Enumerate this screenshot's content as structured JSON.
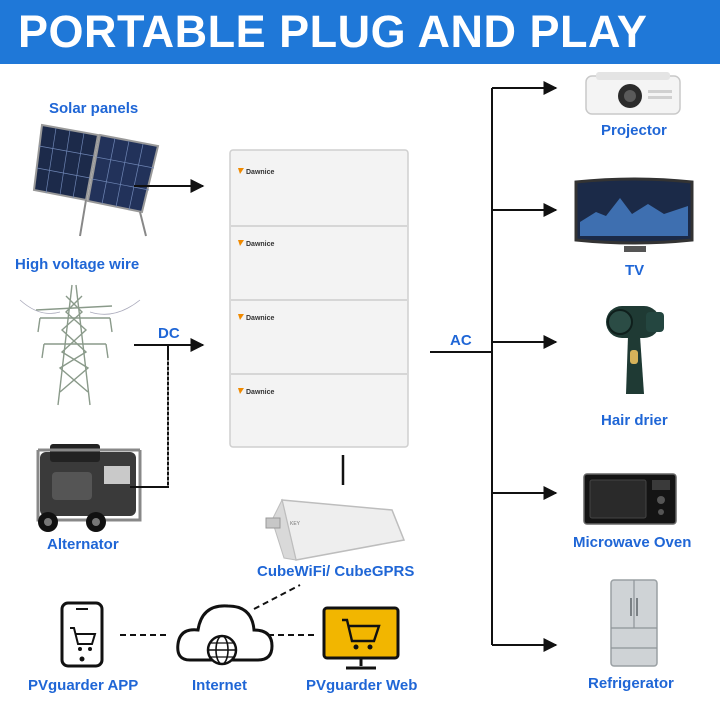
{
  "banner": {
    "title": "PORTABLE PLUG AND PLAY"
  },
  "inputs": {
    "solar": "Solar panels",
    "wire": "High voltage wire",
    "alternator": "Alternator"
  },
  "links": {
    "dc": "DC",
    "ac": "AC"
  },
  "battery": {
    "brand": "Dawnice"
  },
  "monitoring": {
    "dongle": "CubeWiFi/ CubeGPRS",
    "app": "PVguarder APP",
    "internet": "Internet",
    "web": "PVguarder Web"
  },
  "outputs": {
    "projector": "Projector",
    "tv": "TV",
    "hair_drier": "Hair drier",
    "microwave": "Microwave Oven",
    "refrigerator": "Refrigerator"
  },
  "colors": {
    "banner": "#1f78d8",
    "label": "#1f66d6",
    "line": "#111111",
    "web_screen": "#f2b600"
  }
}
